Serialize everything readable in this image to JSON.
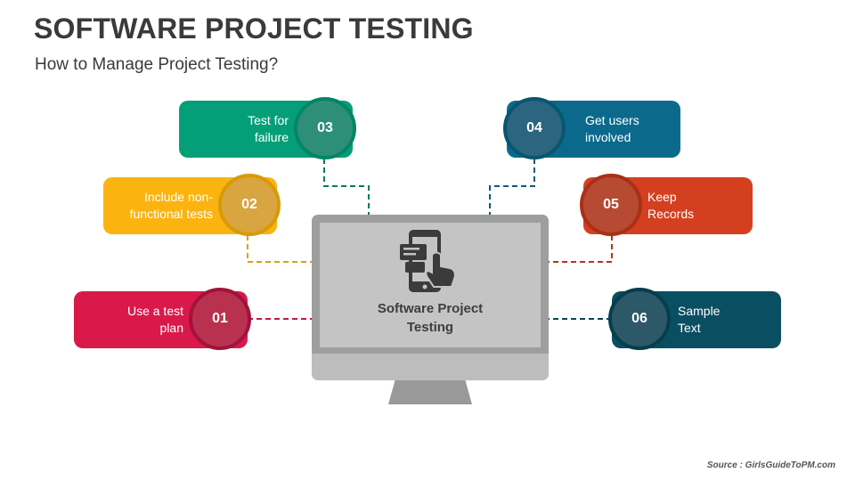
{
  "header": {
    "title": "SOFTWARE PROJECT TESTING",
    "subtitle": "How to Manage Project Testing?"
  },
  "center": {
    "label_line1": "Software Project",
    "label_line2": "Testing",
    "icon": "touch-phone-icon"
  },
  "items": [
    {
      "number": "01",
      "line1": "Use a test",
      "line2": "plan",
      "color": "#d9194a",
      "badge_color": "#b8324f",
      "ring_color": "#a3123a"
    },
    {
      "number": "02",
      "line1": "Include non-",
      "line2": "functional tests",
      "color": "#fbb40f",
      "badge_color": "#d8a540",
      "ring_color": "#d99a08"
    },
    {
      "number": "03",
      "line1": "Test for",
      "line2": "failure",
      "color": "#049f78",
      "badge_color": "#2e8f78",
      "ring_color": "#048565"
    },
    {
      "number": "04",
      "line1": "Get users",
      "line2": "involved",
      "color": "#0b6a8c",
      "badge_color": "#2b6580",
      "ring_color": "#075670"
    },
    {
      "number": "05",
      "line1": "Keep",
      "line2": "Records",
      "color": "#d4401f",
      "badge_color": "#b64a33",
      "ring_color": "#a83016"
    },
    {
      "number": "06",
      "line1": "Sample",
      "line2": "Text",
      "color": "#0a4e62",
      "badge_color": "#2c5868",
      "ring_color": "#073d4d"
    }
  ],
  "footer": {
    "source": "Source : GirlsGuideToPM.com"
  }
}
